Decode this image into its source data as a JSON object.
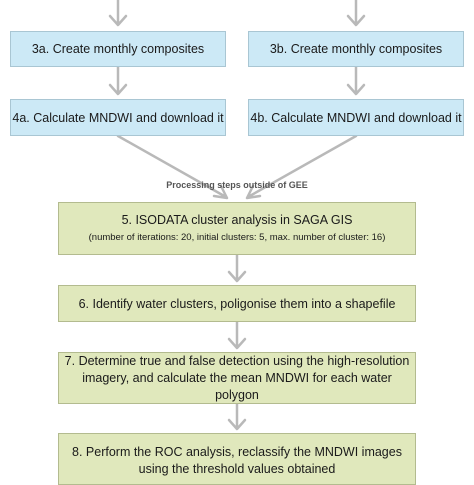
{
  "steps": {
    "s3a": "3a. Create monthly composites",
    "s3b": "3b. Create monthly composites",
    "s4a": "4a. Calculate MNDWI and download it",
    "s4b": "4b. Calculate MNDWI and download it",
    "s5_title": "5. ISODATA cluster analysis in SAGA GIS",
    "s5_params": "(number of iterations: 20, initial clusters: 5, max. number of cluster: 16)",
    "s6": "6. Identify water clusters, poligonise them into a shapefile",
    "s7_line1": "7. Determine true and false detection using the high-resolution",
    "s7_line2": "imagery, and calculate the mean MNDWI for each water polygon",
    "s8_line1": "8. Perform the ROC analysis, reclassify the MNDWI images",
    "s8_line2": "using the threshold values obtained"
  },
  "note": "Processing steps outside of GEE",
  "colors": {
    "gee_box": "#cce9f6",
    "local_box": "#e0e8bc",
    "arrow": "#b9b9b9"
  }
}
